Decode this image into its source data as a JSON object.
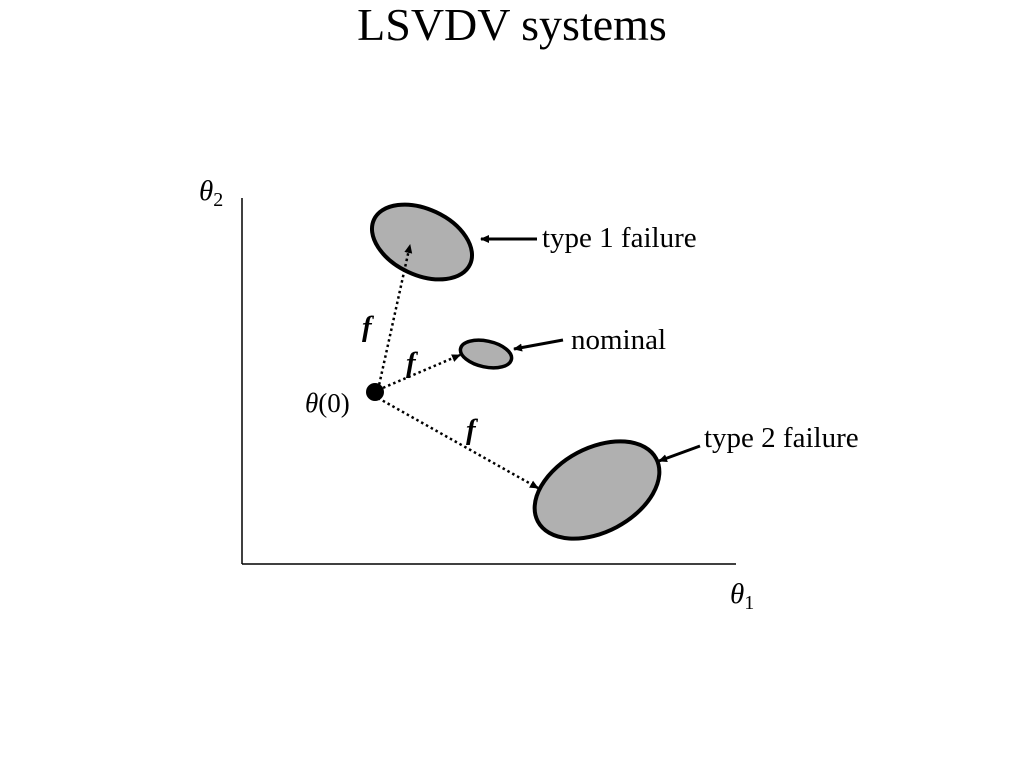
{
  "title": "LSVDV systems",
  "axes": {
    "x_label": "θ",
    "x_subscript": "1",
    "y_label": "θ",
    "y_subscript": "2"
  },
  "initial_state": {
    "symbol": "θ",
    "argument": "(0)"
  },
  "arrow_label": "f",
  "regions": [
    {
      "id": "type1",
      "label": "type 1 failure"
    },
    {
      "id": "nominal",
      "label": "nominal"
    },
    {
      "id": "type2",
      "label": "type 2 failure"
    }
  ],
  "colors": {
    "region_fill": "#b0b0b0",
    "stroke": "#000000"
  }
}
